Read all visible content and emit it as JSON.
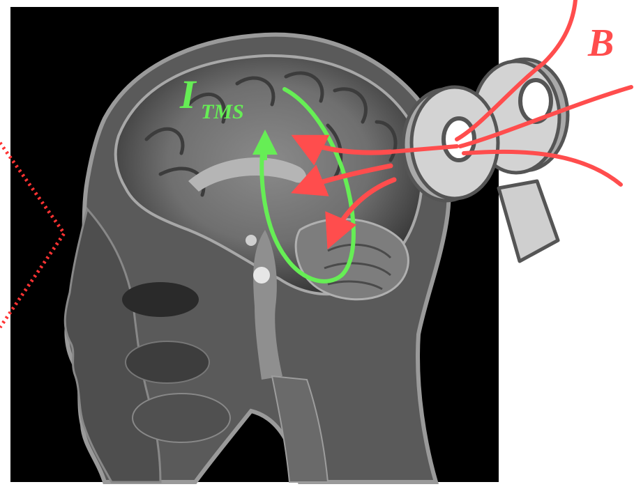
{
  "labels": {
    "current_main": "I",
    "current_sub": "TMS",
    "field": "B"
  },
  "colors": {
    "field_red": "#ff4d4d",
    "current_green": "#66ee55",
    "coil_fill": "#cfcfcf",
    "coil_stroke": "#555555",
    "mri_background": "#000000",
    "dotted_red": "#ff3333"
  },
  "icons": {
    "coil": "figure-eight-tms-coil-icon",
    "head": "sagittal-mri-head-scan"
  }
}
